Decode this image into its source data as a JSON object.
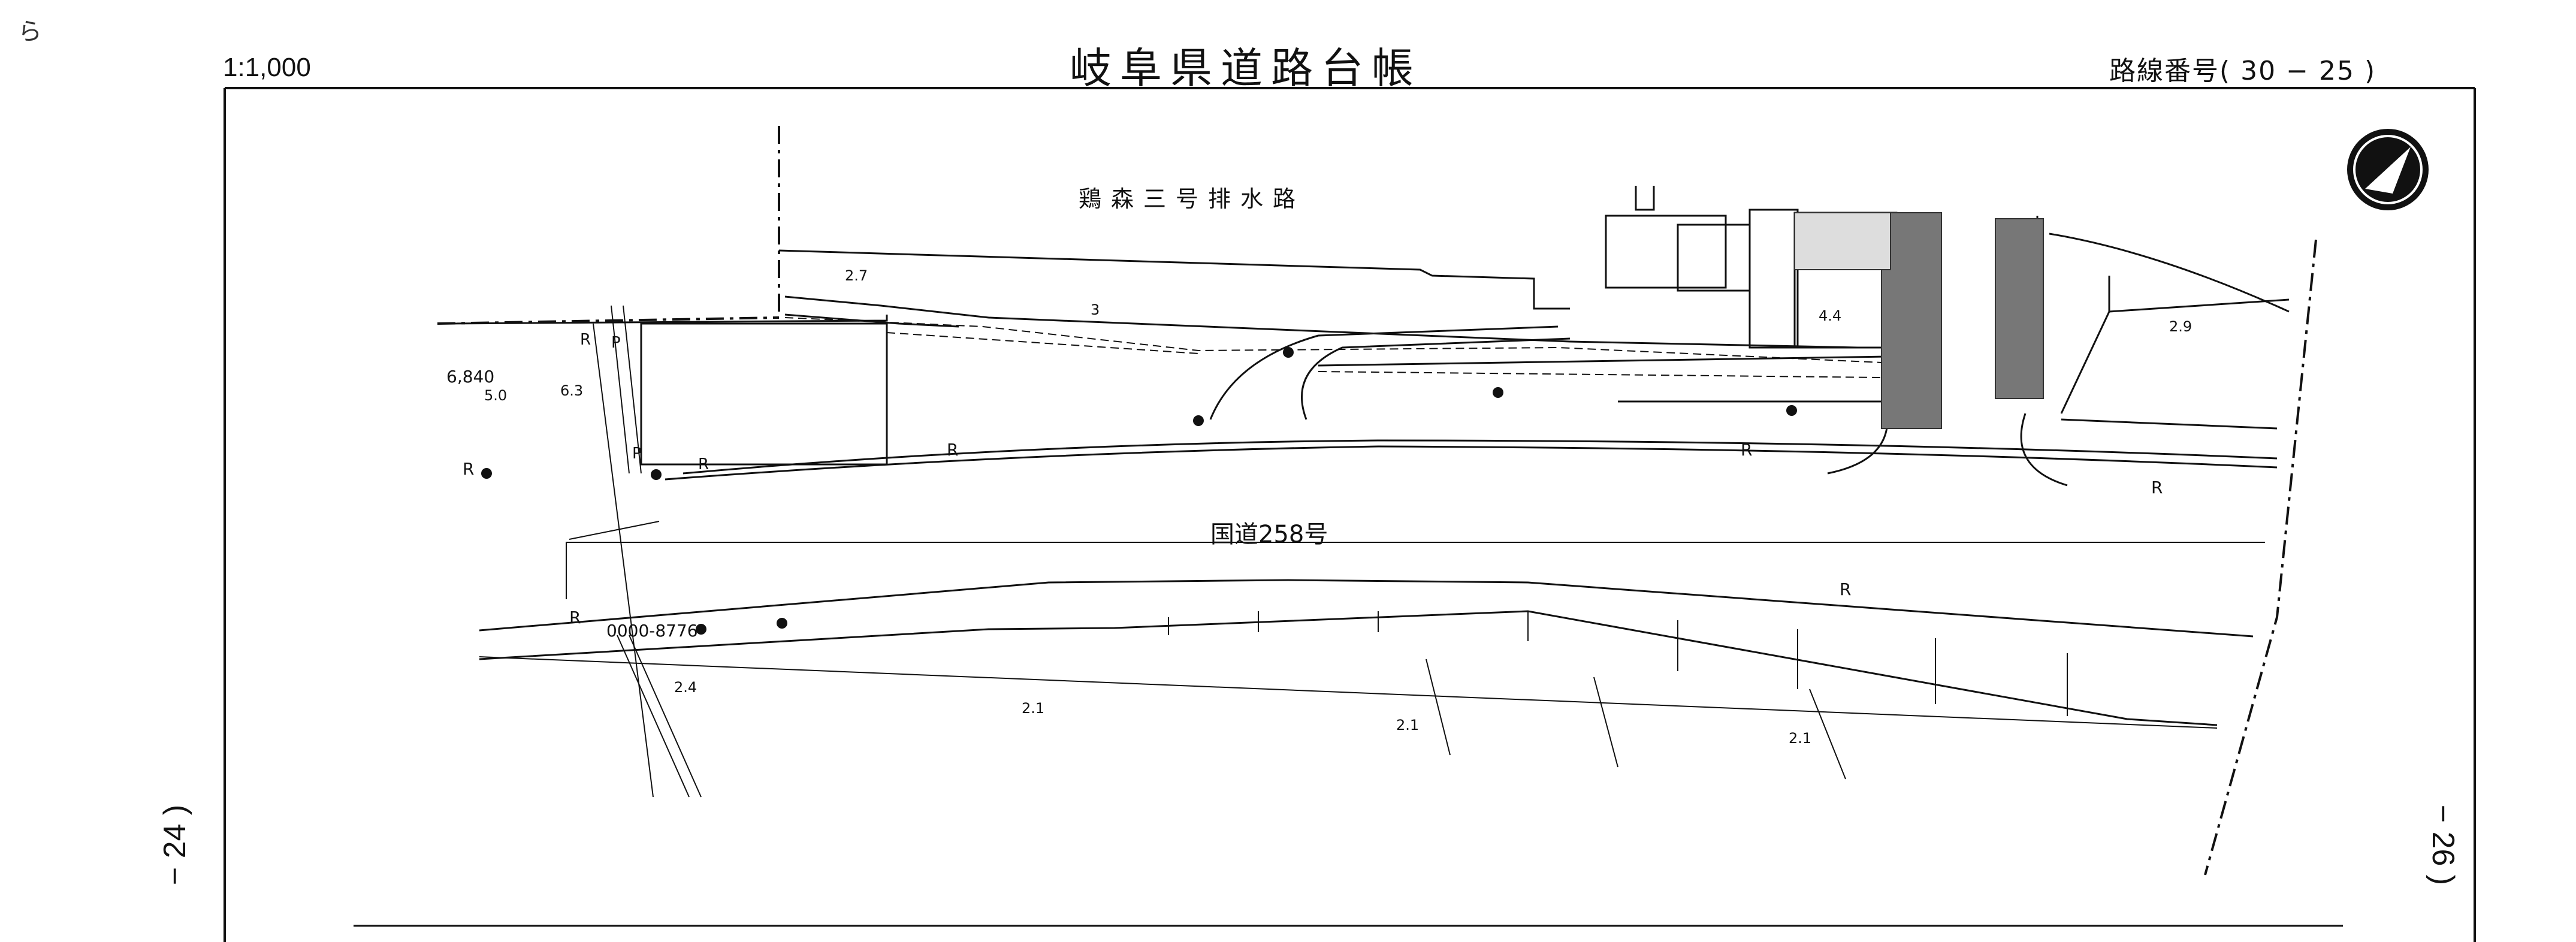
{
  "header": {
    "page_marker": "ら",
    "scale": "1:1,000",
    "title": "岐阜県道路台帳",
    "route_label": "路線番号",
    "route_number": "( 30 − 25 )"
  },
  "side_refs": {
    "left": "− 24 )",
    "right": "− 26 )"
  },
  "map": {
    "road_name": "国道258号",
    "waterway_name": "鶏森三号排水路",
    "survey_point": "0000-8776",
    "distance_label": "6,840",
    "width_labels": [
      "2.7",
      "2.9",
      "2.4",
      "2.1",
      "2.1",
      "2.1",
      "4.4",
      "6.3",
      "5.0",
      "3"
    ],
    "boundary_marks": [
      "R",
      "R",
      "R",
      "R",
      "R",
      "R",
      "P",
      "P",
      "R",
      "R"
    ],
    "north_arrow_icon": "north-arrow-icon"
  }
}
